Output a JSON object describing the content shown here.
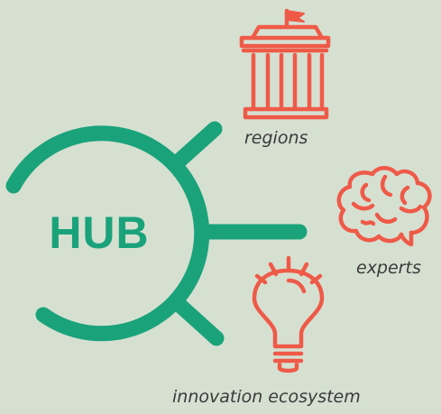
{
  "hub": {
    "label": "HUB"
  },
  "nodes": [
    {
      "label": "regions",
      "icon": "government-building-icon"
    },
    {
      "label": "experts",
      "icon": "brain-icon"
    },
    {
      "label": "innovation ecosystem",
      "icon": "light-bulb-icon"
    }
  ],
  "colors": {
    "background": "#d6e0d1",
    "hub": "#1aa37a",
    "icons": "#ef5a48",
    "text": "#3a3a3a"
  }
}
